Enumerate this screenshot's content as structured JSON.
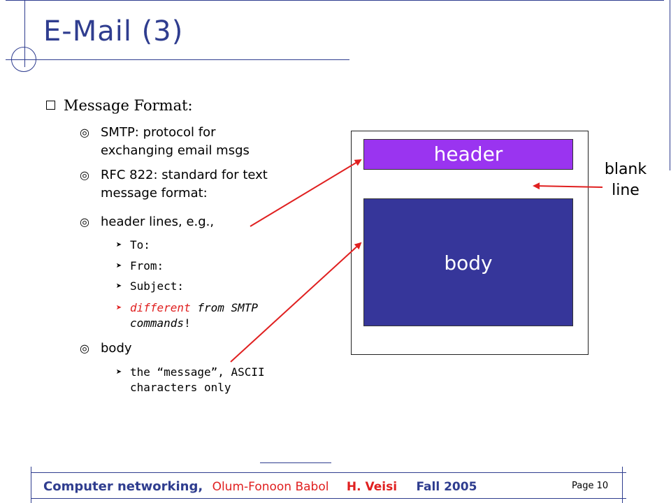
{
  "slide": {
    "title": "E-Mail (3)",
    "heading": "Message Format:",
    "items": [
      {
        "line1": "SMTP: protocol for",
        "line2": "exchanging email msgs"
      },
      {
        "line1": "RFC 822: standard for text",
        "line2": "message format:"
      },
      {
        "line1": "header lines, e.g.,",
        "subitems": [
          "To:",
          "From:",
          "Subject:"
        ],
        "special": {
          "red_word": "different",
          "rest1": " from SMTP",
          "line2": "commands",
          "end": "!"
        }
      },
      {
        "line1": "body",
        "subitems": [
          {
            "line1": "the “message”, ASCII",
            "line2": "characters only"
          }
        ]
      }
    ]
  },
  "diagram": {
    "header_label": "header",
    "body_label": "body",
    "blank_line_label": {
      "line1": "blank",
      "line2": "line"
    }
  },
  "footer": {
    "course": "Computer networking,",
    "university": "Olum-Fonoon Babol",
    "author": "H. Veisi",
    "term": "Fall 2005",
    "page": "Page 10"
  },
  "colors": {
    "title": "#2f3d8f",
    "header_box": "#9a34f0",
    "body_box": "#36369a",
    "arrow": "#e02020",
    "footer_blue": "#2f3d8f",
    "footer_red": "#e02020"
  },
  "icons": {
    "level1": "hollow-square",
    "level2": "bullseye",
    "level3": "arrowhead"
  }
}
